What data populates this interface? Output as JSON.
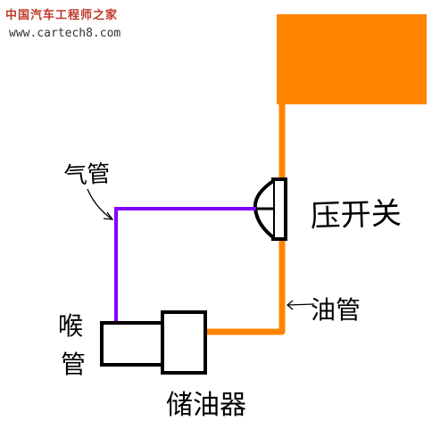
{
  "watermark": {
    "site_name": "中国汽车工程师之家",
    "url": "www.cartech8.com"
  },
  "labels": {
    "air_pipe": "气管",
    "pressure_switch": "压开关",
    "oil_pipe": "油管",
    "throat_pipe": "喉管",
    "oil_reservoir": "储油器"
  },
  "colors": {
    "oil": "#ff8400",
    "air": "#8000ff",
    "outline": "#000000"
  }
}
